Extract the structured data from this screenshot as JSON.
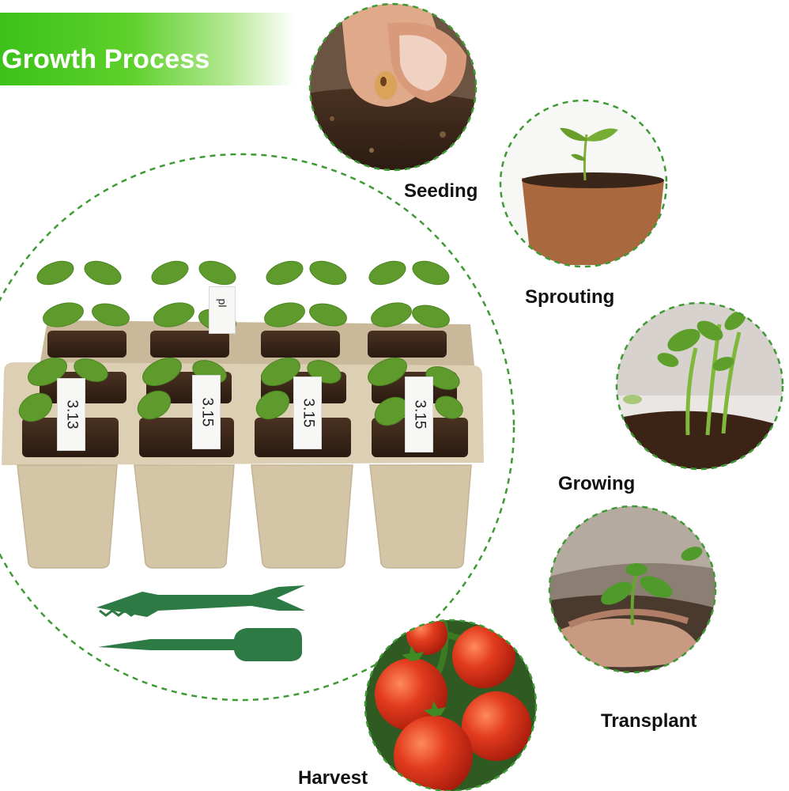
{
  "banner": {
    "title": "Growth Process"
  },
  "stages": [
    {
      "label": "Seeding"
    },
    {
      "label": "Sprouting"
    },
    {
      "label": "Growing"
    },
    {
      "label": "Transplant"
    },
    {
      "label": "Harvest"
    }
  ],
  "tray": {
    "tags": [
      "3.13",
      "3.15",
      "3.15",
      "3.15"
    ],
    "partial_tag": "pl"
  },
  "colors": {
    "banner_green": "#4cc722",
    "dashed_green": "#3e9a35",
    "tool_green": "#2e7a45",
    "pot_beige": "#d6c8a8"
  }
}
